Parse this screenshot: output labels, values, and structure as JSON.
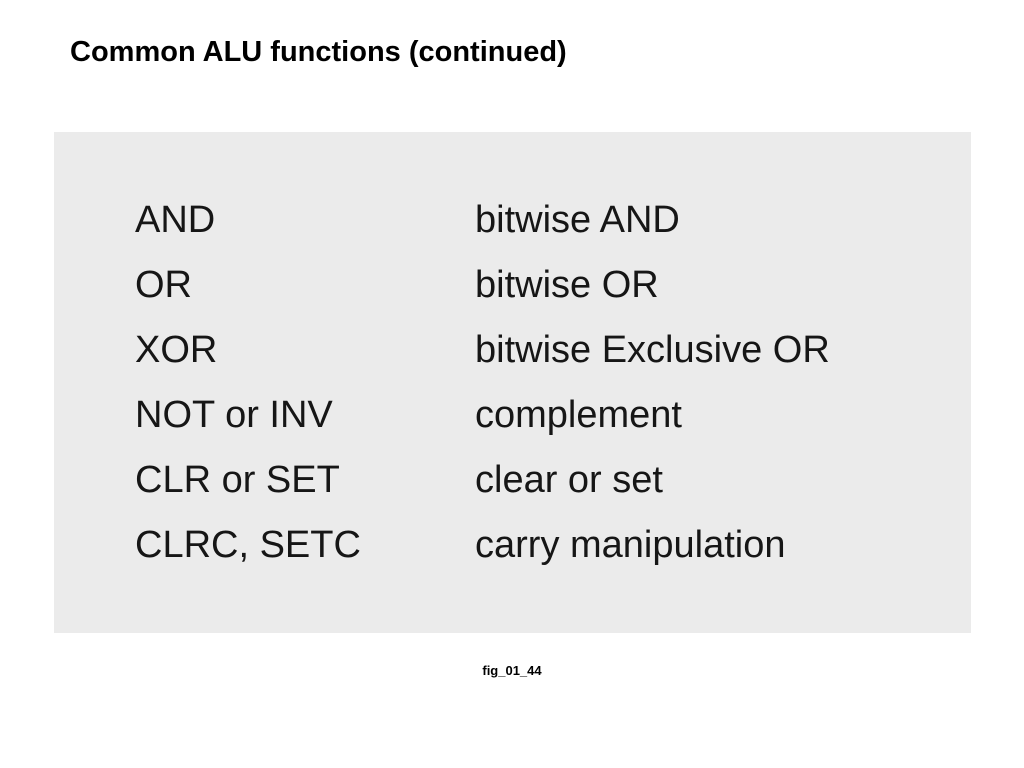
{
  "slide": {
    "title": "Common ALU functions (continued)"
  },
  "functions": [
    {
      "name": "AND",
      "description": "bitwise AND"
    },
    {
      "name": "OR",
      "description": "bitwise OR"
    },
    {
      "name": "XOR",
      "description": "bitwise Exclusive OR"
    },
    {
      "name": "NOT or INV",
      "description": "complement"
    },
    {
      "name": "CLR or SET",
      "description": "clear or set"
    },
    {
      "name": "CLRC, SETC",
      "description": "carry manipulation"
    }
  ],
  "figure": {
    "caption": "fig_01_44",
    "background_color": "#ebebeb"
  }
}
